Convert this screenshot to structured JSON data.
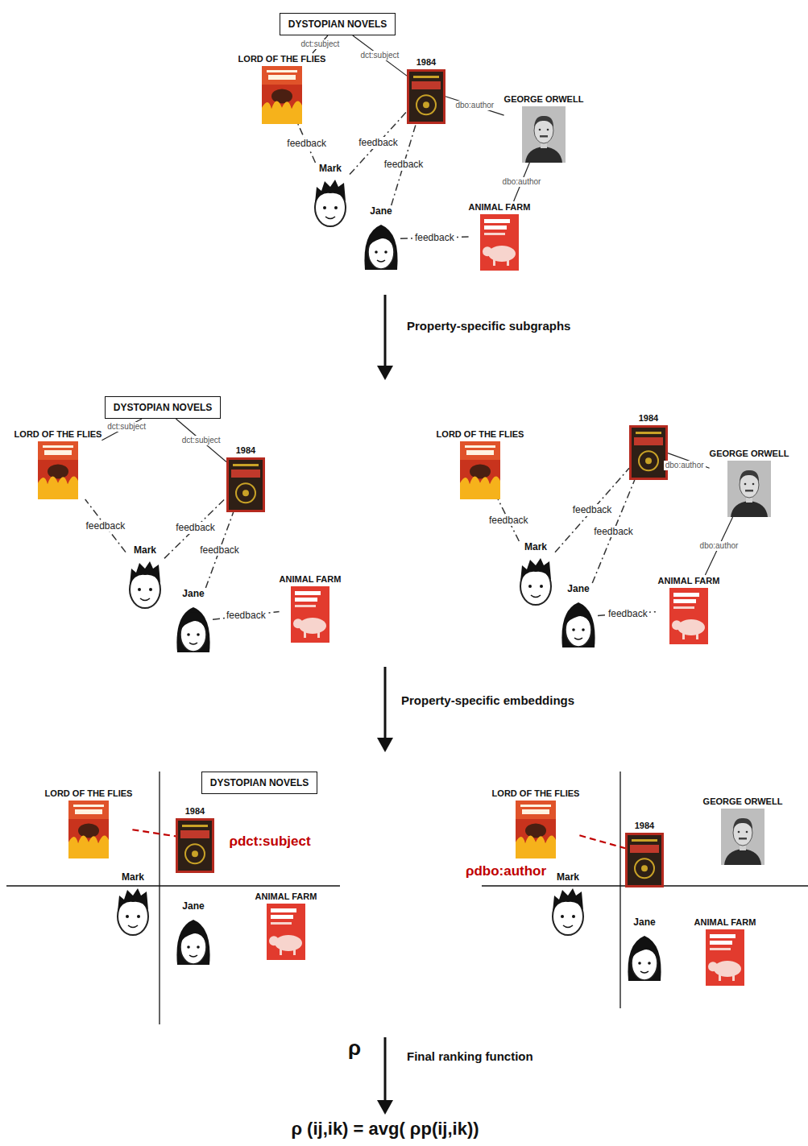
{
  "diagram": {
    "nodes": [
      {
        "text": [
          "DYSTOPIAN NOVELS"
        ]
      },
      {
        "text": [
          "LORD OF THE FLIES"
        ]
      },
      {
        "text": [
          "1984"
        ]
      },
      {
        "text": [
          "GEORGE ORWELL"
        ]
      },
      {
        "text": [
          "Mark"
        ]
      },
      {
        "text": [
          "Jane"
        ]
      },
      {
        "text": [
          "ANIMAL FARM"
        ]
      },
      {
        "text": [
          "DYSTOPIAN NOVELS"
        ]
      },
      {
        "text": [
          "LORD OF THE FLIES"
        ]
      },
      {
        "text": [
          "1984"
        ]
      },
      {
        "text": [
          "Mark"
        ]
      },
      {
        "text": [
          "Jane"
        ]
      },
      {
        "text": [
          "ANIMAL FARM"
        ]
      },
      {
        "text": [
          "LORD OF THE FLIES"
        ]
      },
      {
        "text": [
          "1984"
        ]
      },
      {
        "text": [
          "GEORGE ORWELL"
        ]
      },
      {
        "text": [
          "Mark"
        ]
      },
      {
        "text": [
          "Jane"
        ]
      },
      {
        "text": [
          "ANIMAL FARM"
        ]
      },
      {
        "text": [
          "LORD OF THE FLIES"
        ]
      },
      {
        "text": [
          "DYSTOPIAN NOVELS"
        ]
      },
      {
        "text": [
          "1984"
        ]
      },
      {
        "text": [
          "Mark"
        ]
      },
      {
        "text": [
          "Jane"
        ]
      },
      {
        "text": [
          "ANIMAL FARM"
        ]
      },
      {
        "text": [
          "LORD OF THE FLIES"
        ]
      },
      {
        "text": [
          "GEORGE ORWELL"
        ]
      },
      {
        "text": [
          "1984"
        ]
      },
      {
        "text": [
          "Mark"
        ]
      },
      {
        "text": [
          "Jane"
        ]
      },
      {
        "text": [
          "ANIMAL FARM"
        ]
      }
    ],
    "edges": [
      {
        "from": 1,
        "to": 0,
        "label": "dct:subject",
        "arrow": "none"
      },
      {
        "from": 2,
        "to": 0,
        "label": "dct:subject",
        "arrow": "none"
      },
      {
        "from": 2,
        "to": 3,
        "label": "dbo:author",
        "arrow": "none"
      },
      {
        "from": 6,
        "to": 3,
        "label": "dbo:author",
        "arrow": "none"
      },
      {
        "from": 4,
        "to": 1,
        "label": "feedback",
        "arrow": "none"
      },
      {
        "from": 4,
        "to": 2,
        "label": "feedback",
        "arrow": "none"
      },
      {
        "from": 5,
        "to": 2,
        "label": "feedback",
        "arrow": "none"
      },
      {
        "from": 5,
        "to": 6,
        "label": "feedback",
        "arrow": "none"
      },
      {
        "from": 8,
        "to": 7,
        "label": "dct:subject",
        "arrow": "none"
      },
      {
        "from": 9,
        "to": 7,
        "label": "dct:subject",
        "arrow": "none"
      },
      {
        "from": 10,
        "to": 8,
        "label": "feedback",
        "arrow": "none"
      },
      {
        "from": 10,
        "to": 9,
        "label": "feedback",
        "arrow": "none"
      },
      {
        "from": 11,
        "to": 9,
        "label": "feedback",
        "arrow": "none"
      },
      {
        "from": 11,
        "to": 12,
        "label": "feedback",
        "arrow": "none"
      },
      {
        "from": 14,
        "to": 15,
        "label": "dbo:author",
        "arrow": "none"
      },
      {
        "from": 18,
        "to": 15,
        "label": "dbo:author",
        "arrow": "none"
      },
      {
        "from": 16,
        "to": 13,
        "label": "feedback",
        "arrow": "none"
      },
      {
        "from": 16,
        "to": 14,
        "label": "feedback",
        "arrow": "none"
      },
      {
        "from": 17,
        "to": 14,
        "label": "feedback",
        "arrow": "none"
      },
      {
        "from": 17,
        "to": 18,
        "label": "feedback",
        "arrow": "none"
      },
      {
        "from": 19,
        "to": 21,
        "label": "ρdct:subject",
        "arrow": "none"
      },
      {
        "from": 25,
        "to": 27,
        "label": "ρdbo:author",
        "arrow": "none"
      }
    ],
    "labels": [
      "Property-specific subgraphs",
      "Property-specific embeddings",
      "ρ",
      "Final ranking function",
      "ρ (ij,ik) = avg( ρp(ij,ik))"
    ]
  }
}
